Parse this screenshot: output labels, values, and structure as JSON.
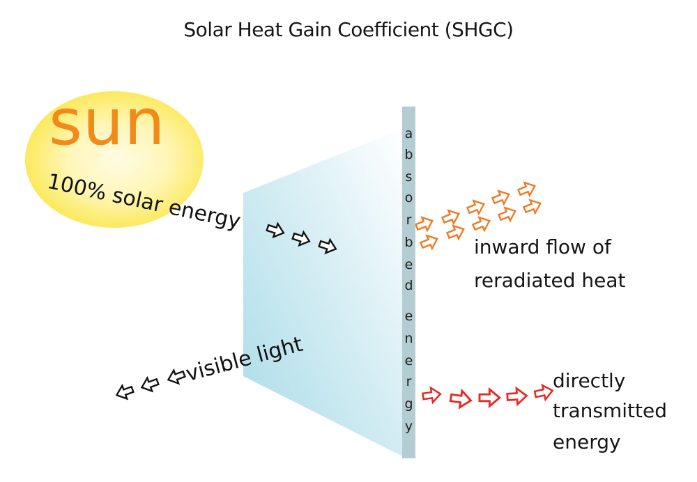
{
  "title": "Solar Heat Gain Coefficient (SHGC)",
  "sun": {
    "label": "sun",
    "caption": "100% solar energy",
    "color": "#f28a1a",
    "fill": "#fbe95a"
  },
  "glass": {
    "face_color": "#c8e8f0",
    "edge_color": "#b4cdd2",
    "edge_label": "absorbed energy",
    "edge_letters": [
      "a",
      "b",
      "s",
      "o",
      "r",
      "b",
      "e",
      "d",
      "e",
      "n",
      "e",
      "r",
      "g",
      "y"
    ]
  },
  "labels": {
    "visible_light": "visible light",
    "inward_line1": "inward flow of",
    "inward_line2": "reradiated heat",
    "direct_line1": "directly",
    "direct_line2": "transmitted",
    "direct_line3": "energy"
  },
  "arrows": {
    "incoming": {
      "count": 3,
      "color": "#111111",
      "icon": "right-arrow-icon"
    },
    "visible_light": {
      "count": 3,
      "color": "#111111",
      "icon": "left-arrow-icon"
    },
    "reradiated_heat": {
      "count": 11,
      "color": "#ee7a25",
      "icon": "right-arrow-icon"
    },
    "transmitted": {
      "count": 5,
      "color": "#e32b25",
      "icon": "right-arrow-icon"
    }
  }
}
